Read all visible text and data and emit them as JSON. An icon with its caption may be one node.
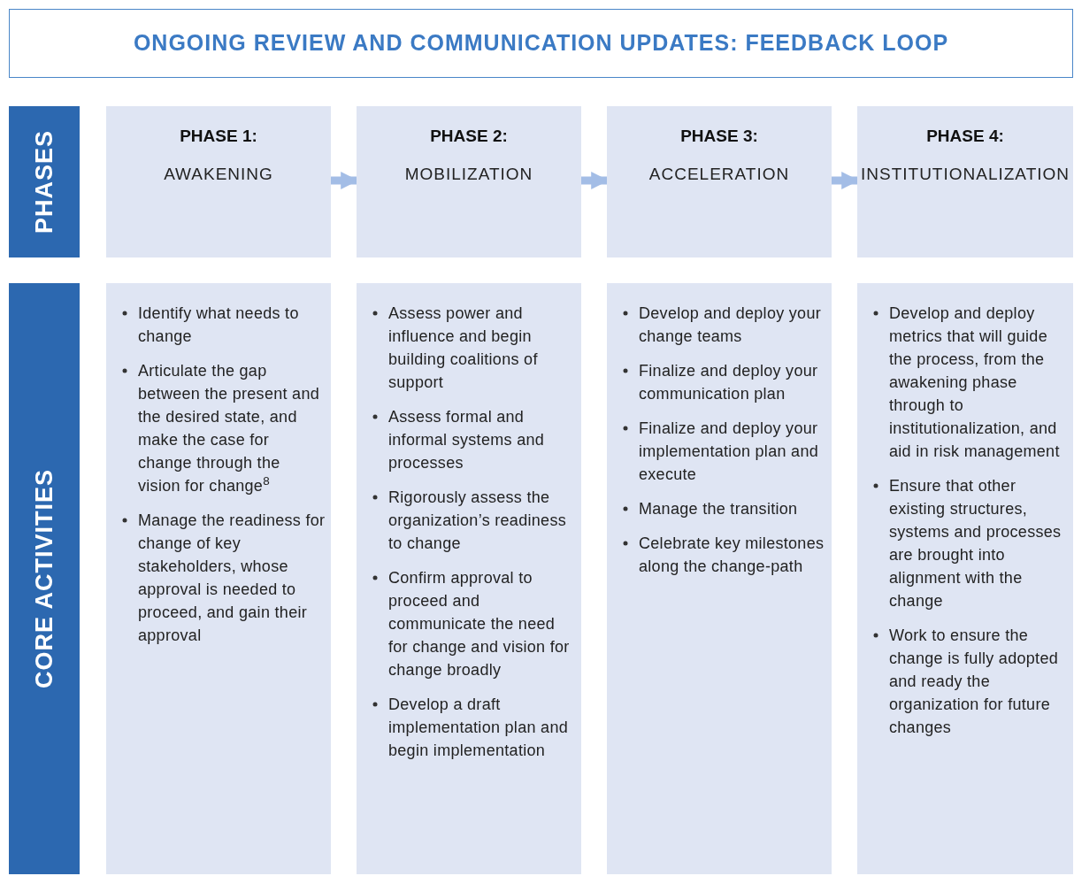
{
  "diagram": {
    "nodes": [
      {
        "text": [
          "ONGOING REVIEW AND COMMUNICATION UPDATES: FEEDBACK LOOP"
        ]
      },
      {
        "text": [
          "PHASES"
        ]
      },
      {
        "text": [
          "PHASE 1:",
          "AWAKENING"
        ]
      },
      {
        "text": [
          "PHASE 2:",
          "MOBILIZATION"
        ]
      },
      {
        "text": [
          "PHASE 3:",
          "ACCELERATION"
        ]
      },
      {
        "text": [
          "PHASE 4:",
          "INSTITUTIONALIZATION"
        ]
      },
      {
        "text": [
          "CORE ACTIVITIES"
        ]
      },
      {
        "text": [
          "Identify what needs to change",
          "Articulate the gap between the present and the desired state, and make the case for change through the vision for change$^{8}$",
          "Manage the readiness for change of key stakeholders, whose approval is needed to proceed, and gain their approval"
        ]
      },
      {
        "text": [
          "Assess power and influence and begin building coalitions of support",
          "Assess formal and informal systems and processes",
          "Rigorously assess the organization’s readiness to change",
          "Confirm approval to proceed and communicate the need for change and vision for change broadly",
          "Develop a draft implementation plan and begin implementation"
        ]
      },
      {
        "text": [
          "Develop and deploy your change teams",
          "Finalize and deploy your communication plan",
          "Finalize and deploy your implementation plan and execute",
          "Manage the transition",
          "Celebrate key milestones along the change-path"
        ]
      },
      {
        "text": [
          "Develop and deploy metrics that will guide the process, from the awakening phase through to institutionalization, and aid in risk management",
          "Ensure that other existing structures, systems and processes are brought into alignment with the change",
          "Work to ensure the change is fully adopted and ready the organization for future changes"
        ]
      }
    ],
    "edges": [
      {
        "from": 2,
        "to": 3,
        "arrow": "to"
      },
      {
        "from": 3,
        "to": 4,
        "arrow": "to"
      },
      {
        "from": 4,
        "to": 5,
        "arrow": "to"
      }
    ]
  }
}
